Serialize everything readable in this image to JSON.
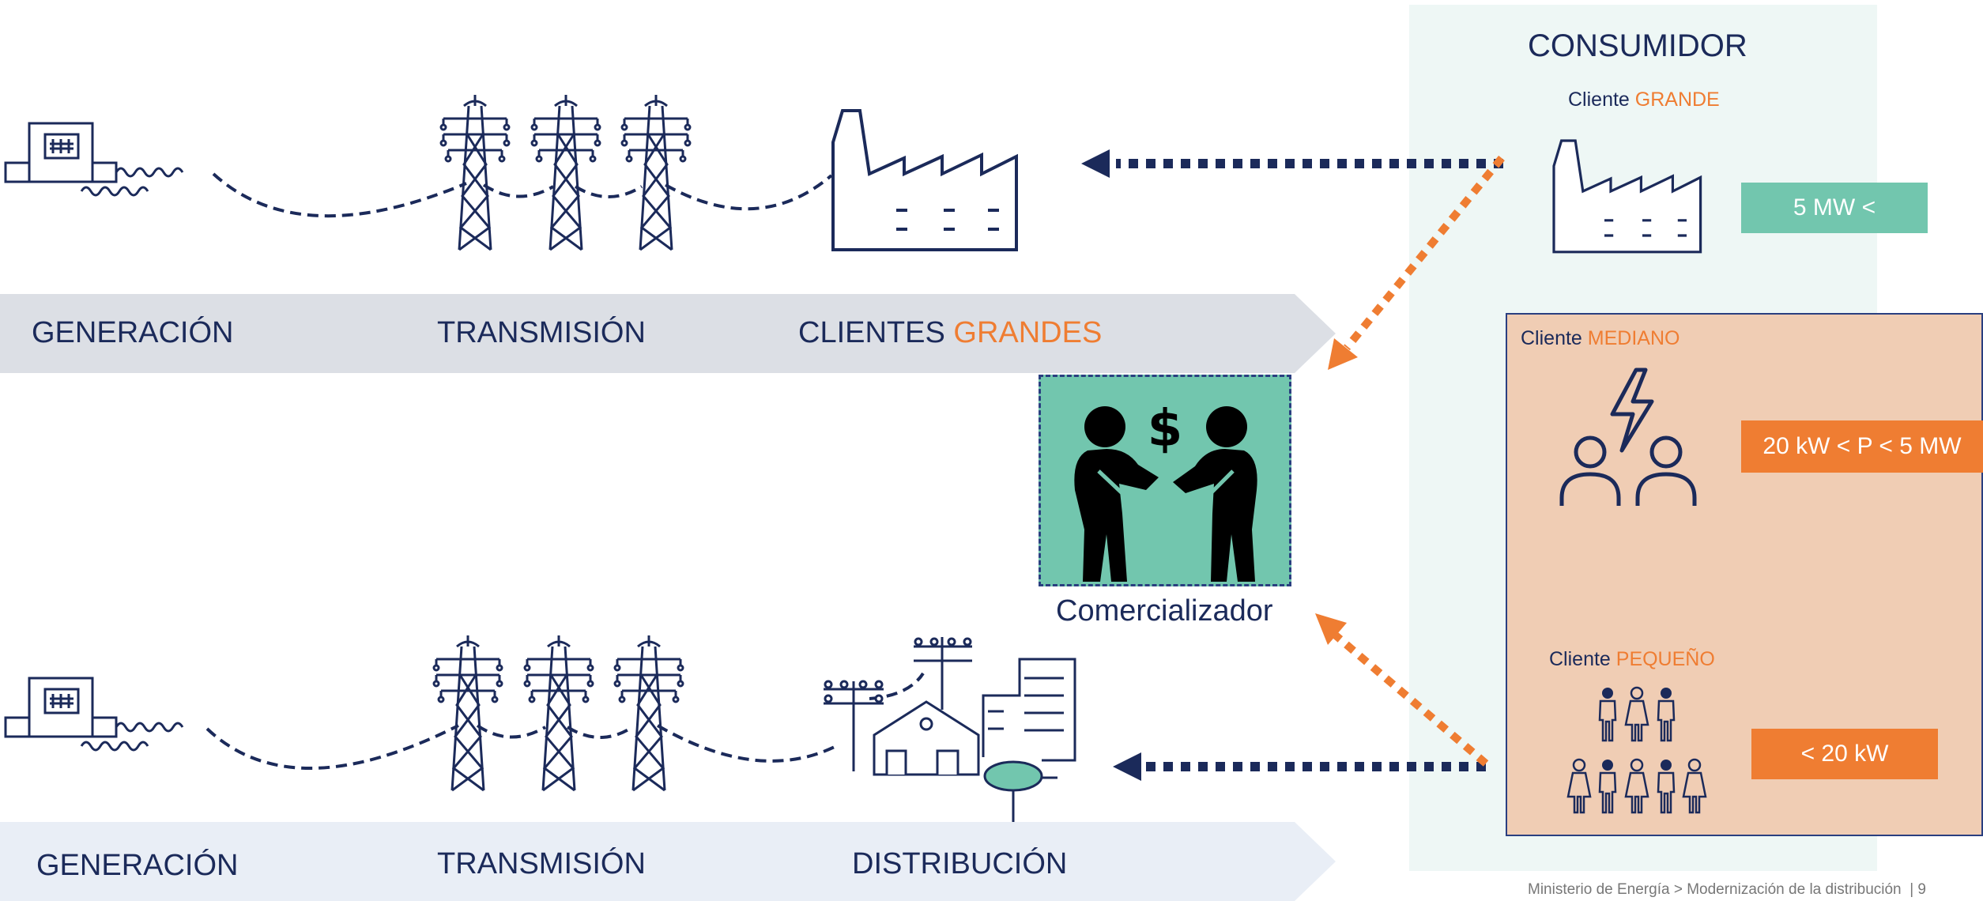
{
  "consumer": {
    "title": "CONSUMIDOR",
    "large": {
      "prefix": "Cliente ",
      "highlight": "GRANDE",
      "badge": "5 MW <"
    },
    "medium": {
      "prefix": "Cliente ",
      "highlight": "MEDIANO",
      "badge": "20 kW < P < 5 MW"
    },
    "small": {
      "prefix": "Cliente ",
      "highlight": "PEQUEÑO",
      "badge": "< 20 kW"
    }
  },
  "top_chain": {
    "generation": "GENERACIÓN",
    "transmission": "TRANSMISIÓN",
    "clients_prefix": "CLIENTES ",
    "clients_highlight": "GRANDES"
  },
  "bottom_chain": {
    "generation": "GENERACIÓN",
    "transmission": "TRANSMISIÓN",
    "distribution": "DISTRIBUCIÓN"
  },
  "trader": {
    "label": "Comercializador",
    "currency_symbol": "$"
  },
  "footer": {
    "text": "Ministerio de Energía > Modernización de la distribución",
    "page": "| 9"
  },
  "colors": {
    "navy": "#1b2a5a",
    "orange": "#ef7d32",
    "green": "#72c6ae",
    "band_top": "#dcdfe5",
    "band_bottom": "#e9eef6",
    "panel_light": "#eef7f5",
    "panel_medium": "#f0cdb4"
  }
}
